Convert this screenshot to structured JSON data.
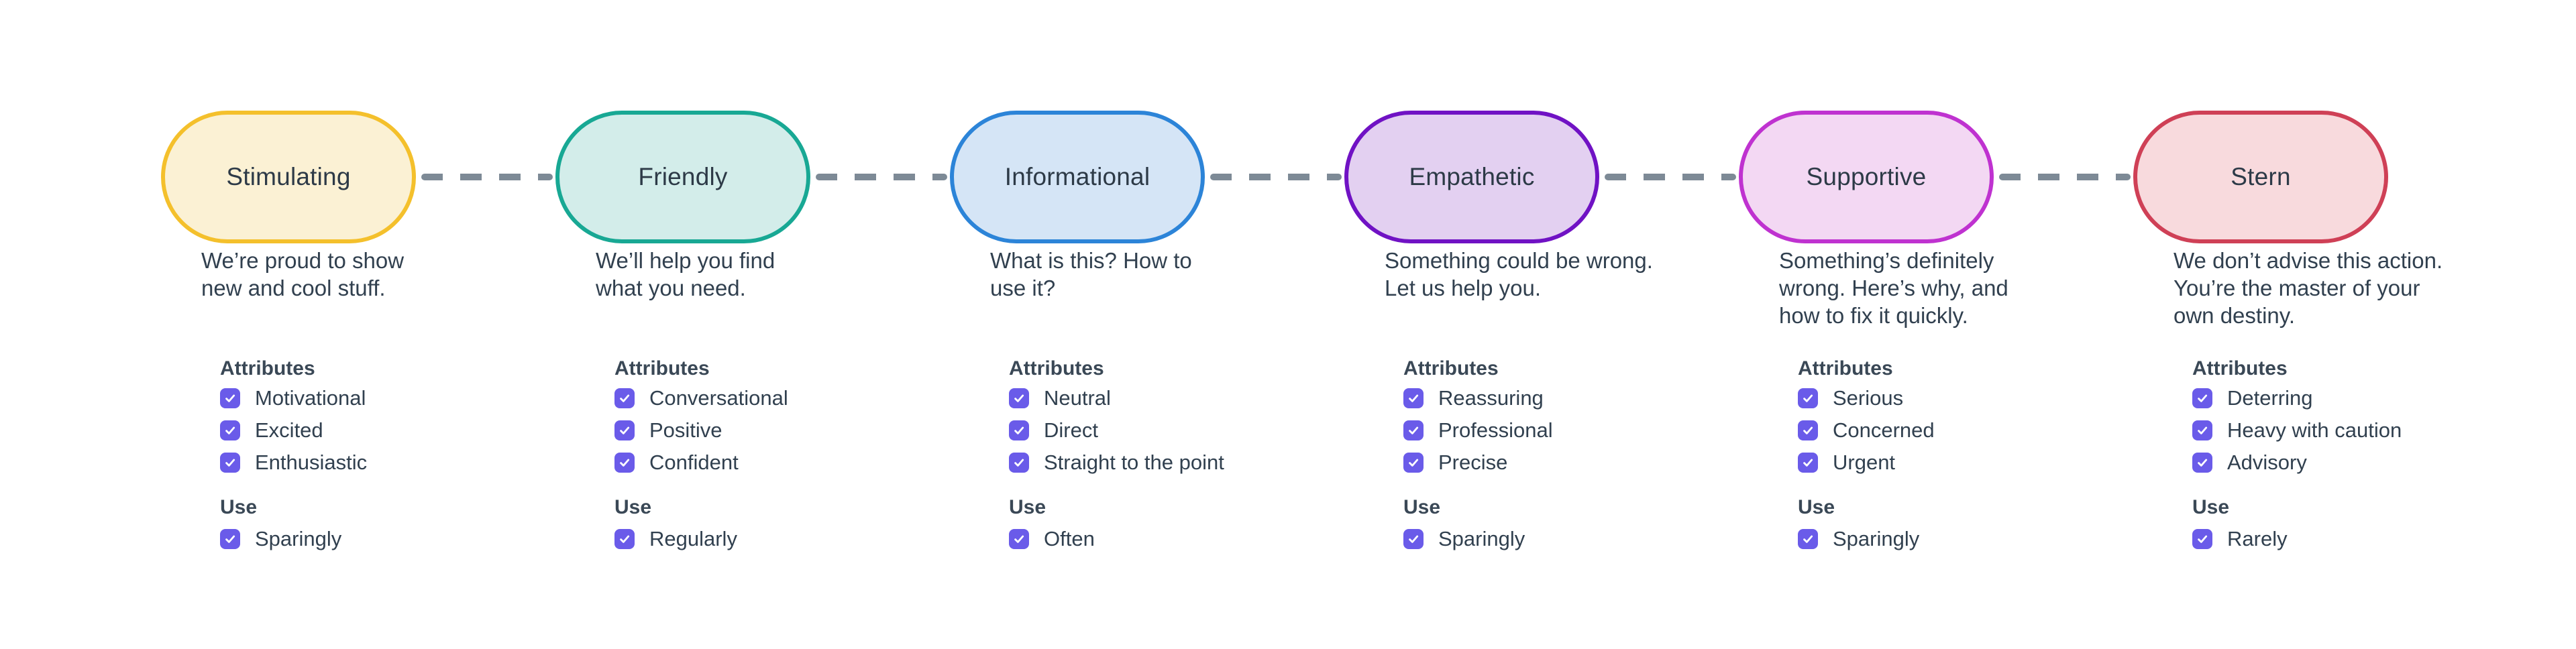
{
  "palette": {
    "background": "#ffffff",
    "body_text": "#31404f",
    "heading_text": "#3a4856",
    "pill_text": "#2d3a47",
    "checkbox_fill": "#6a5be9",
    "checkbox_check": "#ffffff",
    "connector": "#7d8a96"
  },
  "labels": {
    "attributes": "Attributes",
    "use": "Use"
  },
  "tones": [
    {
      "name": "Stimulating",
      "pill": {
        "border": "#f4c02c",
        "fill": "#fbf1d4"
      },
      "description": "We’re proud to show\nnew and cool stuff.",
      "attributes": [
        "Motivational",
        "Excited",
        "Enthusiastic"
      ],
      "use": "Sparingly"
    },
    {
      "name": "Friendly",
      "pill": {
        "border": "#18a894",
        "fill": "#d3edea"
      },
      "description": "We’ll help you find\nwhat you need.",
      "attributes": [
        "Conversational",
        "Positive",
        "Confident"
      ],
      "use": "Regularly"
    },
    {
      "name": "Informational",
      "pill": {
        "border": "#2c84d8",
        "fill": "#d5e5f6"
      },
      "description": "What is this? How to\nuse it?",
      "attributes": [
        "Neutral",
        "Direct",
        "Straight to the point"
      ],
      "use": "Often"
    },
    {
      "name": "Empathetic",
      "pill": {
        "border": "#7012c4",
        "fill": "#e3d0f1"
      },
      "description": "Something could be wrong.\nLet us help you.",
      "attributes": [
        "Reassuring",
        "Professional",
        "Precise"
      ],
      "use": "Sparingly"
    },
    {
      "name": "Supportive",
      "pill": {
        "border": "#bf32d0",
        "fill": "#f3d8f3"
      },
      "description": "Something’s definitely\nwrong. Here’s why, and\nhow to fix it quickly.",
      "attributes": [
        "Serious",
        "Concerned",
        "Urgent"
      ],
      "use": "Sparingly"
    },
    {
      "name": "Stern",
      "pill": {
        "border": "#cf4056",
        "fill": "#f8dadd"
      },
      "description": "We don’t advise this action.\nYou’re the master of your\nown destiny.",
      "attributes": [
        "Deterring",
        "Heavy with caution",
        "Advisory"
      ],
      "use": "Rarely"
    }
  ]
}
